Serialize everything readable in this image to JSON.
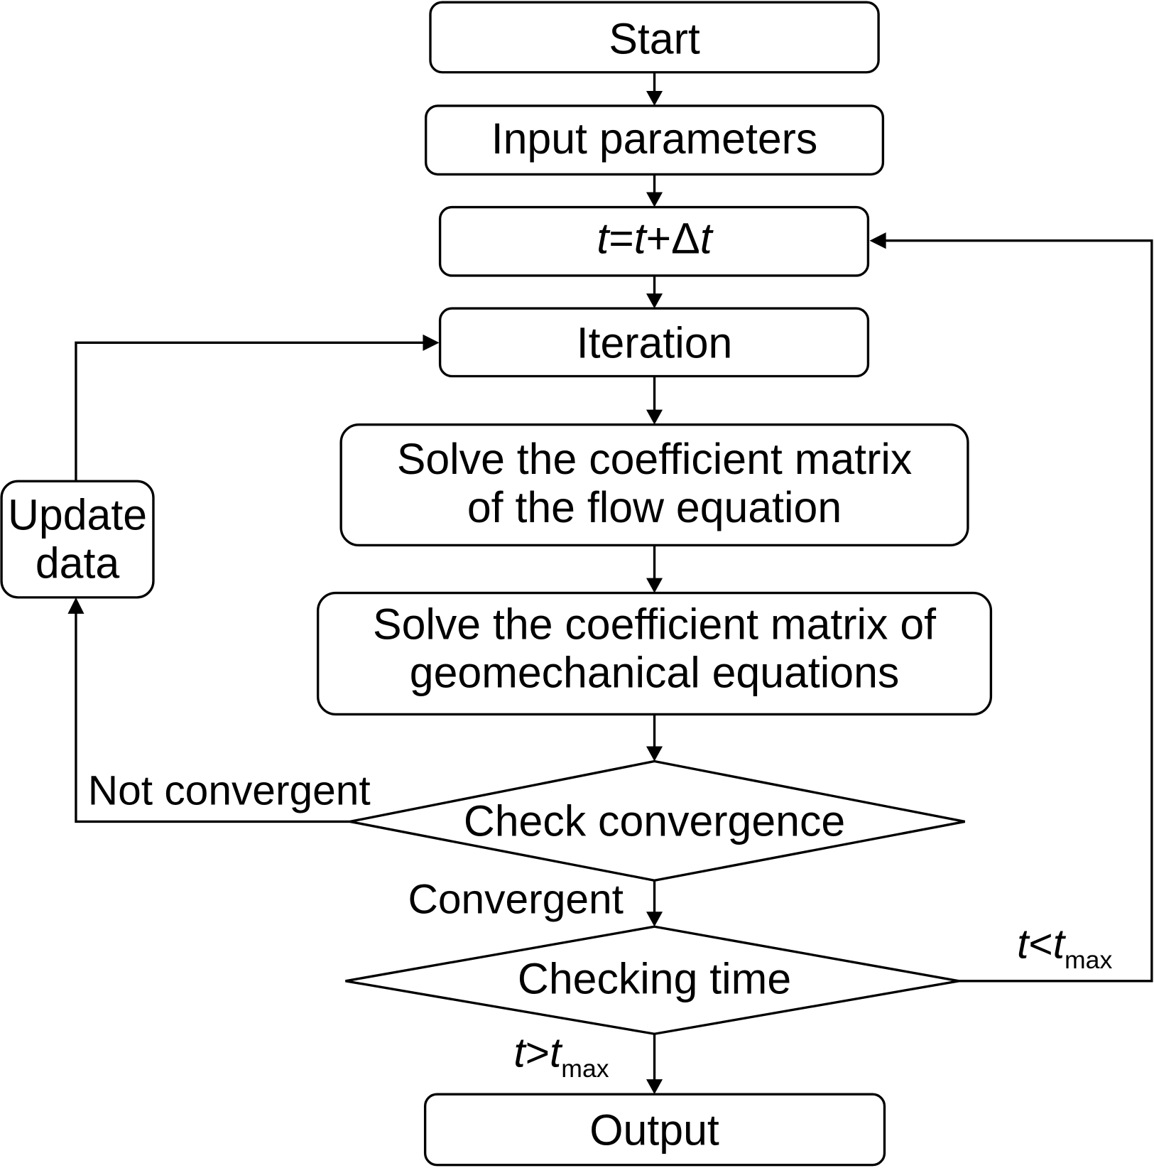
{
  "nodes": {
    "start": {
      "label": "Start"
    },
    "input": {
      "label": "Input parameters"
    },
    "timestep": {
      "t1": "t",
      "eq": "=",
      "t2": "t",
      "plus": "+Δ",
      "t3": "t"
    },
    "iteration": {
      "label": "Iteration"
    },
    "flow": {
      "line1": "Solve the coefficient matrix",
      "line2": "of the flow equation"
    },
    "geomech": {
      "line1": "Solve the coefficient matrix of",
      "line2": "geomechanical equations"
    },
    "check_conv": {
      "label": "Check convergence"
    },
    "check_time": {
      "label": "Checking time"
    },
    "update": {
      "line1": "Update",
      "line2": "data"
    },
    "output": {
      "label": "Output"
    }
  },
  "edges": {
    "not_convergent": "Not convergent",
    "convergent": "Convergent",
    "t_less": {
      "t": "t",
      "op": "<",
      "t2": "t",
      "sub": "max"
    },
    "t_greater": {
      "t": "t",
      "op": ">",
      "t2": "t",
      "sub": "max"
    }
  },
  "colors": {
    "stroke": "#000000",
    "background": "#ffffff"
  }
}
